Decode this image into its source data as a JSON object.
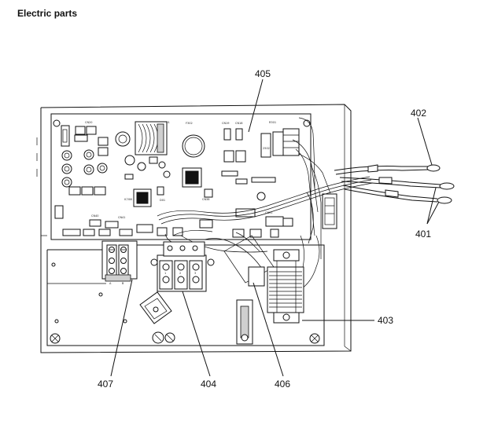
{
  "title": "Electric parts",
  "callouts": {
    "c405": "405",
    "c402": "402",
    "c401": "401",
    "c403": "403",
    "c407": "407",
    "c404": "404",
    "c406": "406"
  }
}
